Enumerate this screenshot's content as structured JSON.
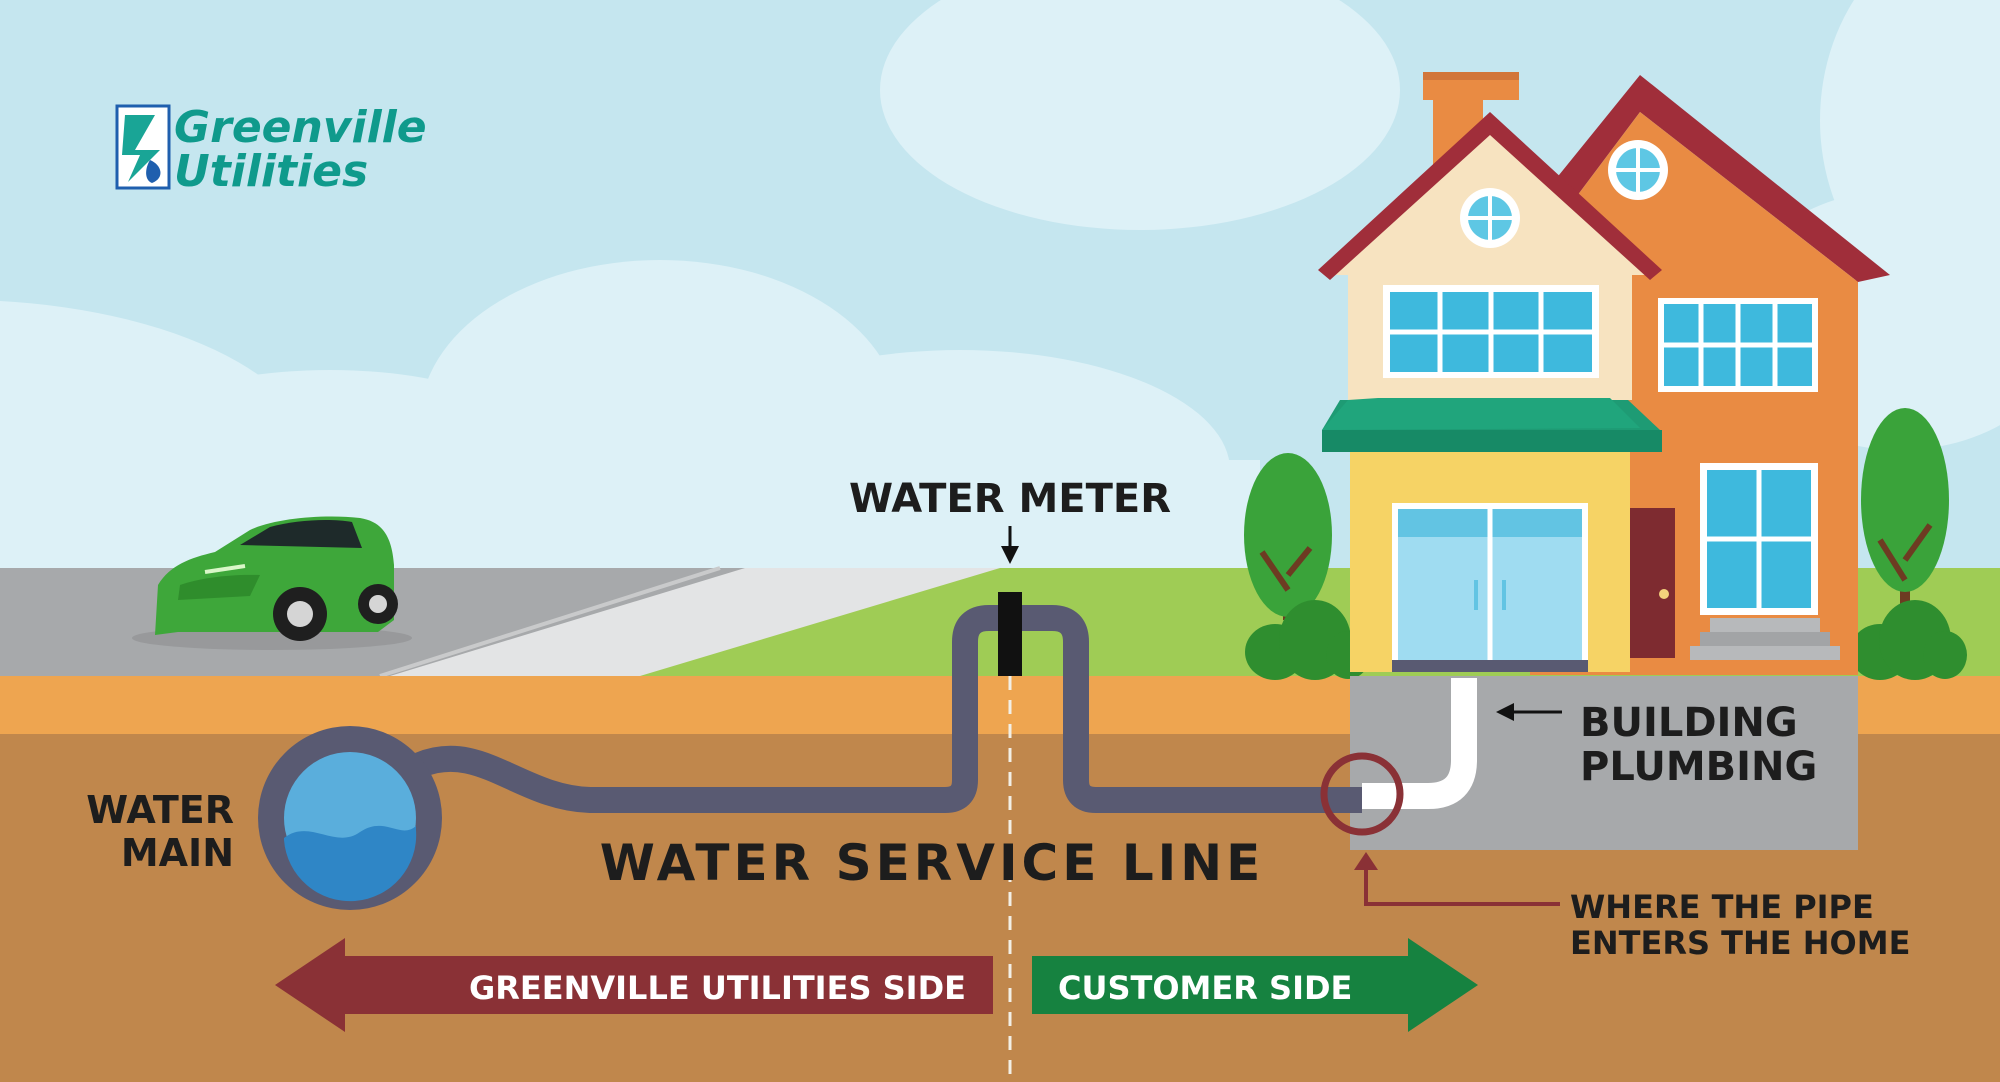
{
  "brand": {
    "name_line1": "Greenville",
    "name_line2": "Utilities",
    "logo_icon": "greenville-utilities-logo-icon"
  },
  "labels": {
    "water_meter": "WATER METER",
    "water_main_line1": "WATER",
    "water_main_line2": "MAIN",
    "water_service_line": "WATER SERVICE LINE",
    "building_plumbing_line1": "BUILDING",
    "building_plumbing_line2": "PLUMBING",
    "pipe_entry_line1": "WHERE THE PIPE",
    "pipe_entry_line2": "ENTERS THE HOME",
    "utility_side": "GREENVILLE UTILITIES SIDE",
    "customer_side": "CUSTOMER SIDE"
  },
  "colors": {
    "sky": "#c5e6ef",
    "clouds": "#ddf1f7",
    "grass": "#9fcc55",
    "road": "#a7a9ab",
    "topsoil": "#eea550",
    "soil": "#c0874c",
    "pipe": "#595a72",
    "utility_side": "#8a3136",
    "customer_side": "#168240",
    "entry_marker": "#8a3136",
    "brand_teal": "#0f9a8c"
  }
}
